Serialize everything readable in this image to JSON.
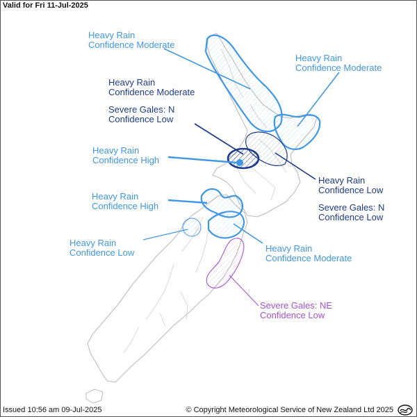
{
  "header": {
    "valid_text": "Valid for Fri 11-Jul-2025"
  },
  "footer": {
    "issued_text": "Issued 10:56 am 09-Jul-2025",
    "copyright_text": "© Copyright Meteorological Service of New Zealand Ltd 2025"
  },
  "colors": {
    "heavy_rain": "#3f97e6",
    "severe_gales_north": "#1e3c8c",
    "severe_gales_ne": "#a650d6",
    "coastline": "#bdbdbd"
  },
  "labels": {
    "northland_rain": {
      "line1": "Heavy Rain",
      "line2": "Confidence Moderate"
    },
    "coromandel_rain": {
      "line1": "Heavy Rain",
      "line2": "Confidence Moderate"
    },
    "waikato_rain": {
      "line1": "Heavy Rain",
      "line2": "Confidence Moderate"
    },
    "waikato_gales": {
      "line1": "Severe Gales: N",
      "line2": "Confidence Low"
    },
    "taupo_rain": {
      "line1": "Heavy Rain",
      "line2": "Confidence High"
    },
    "bop_rain": {
      "line1": "Heavy Rain",
      "line2": "Confidence Low"
    },
    "bop_gales": {
      "line1": "Severe Gales: N",
      "line2": "Confidence Low"
    },
    "nelson_rain": {
      "line1": "Heavy Rain",
      "line2": "Confidence High"
    },
    "westcoast_rain": {
      "line1": "Heavy Rain",
      "line2": "Confidence Low"
    },
    "marlborough_rain": {
      "line1": "Heavy Rain",
      "line2": "Confidence Moderate"
    },
    "canterbury_gales": {
      "line1": "Severe Gales: NE",
      "line2": "Confidence Low"
    }
  },
  "icons": {
    "logo": "metservice-logo-icon"
  }
}
